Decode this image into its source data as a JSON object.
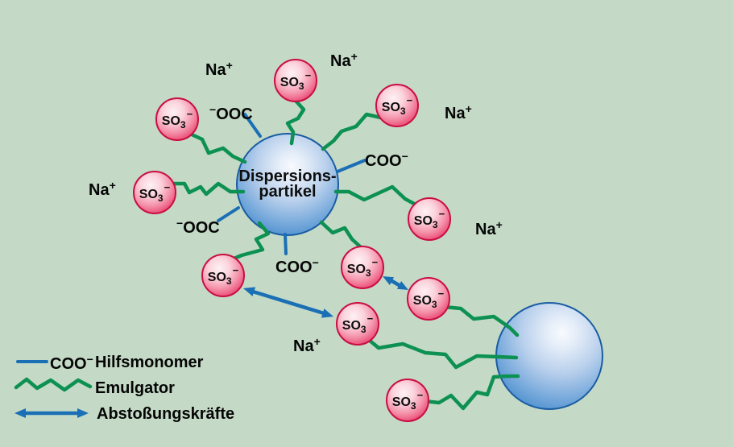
{
  "diagram": {
    "subject": "Dispersionspartikel mit Emulgator und Hilfsmonomer",
    "background_color": "#c4dac6"
  },
  "colors": {
    "emulsifier_green": "#0d9152",
    "monomer_blue": "#1a6fb5",
    "arrow_blue": "#1a6fb5",
    "ion_ball_red": "#df1a50",
    "ion_ball_border": "#c90d43",
    "particle_blue": "#2e77bc",
    "particle_border": "#1a5ca3",
    "text": "#050505"
  },
  "particles": {
    "main": {
      "label_line1": "Dispersions-",
      "label_line2": "partikel"
    },
    "secondary": {
      "label": ""
    }
  },
  "symbols": {
    "so3_base": "SO",
    "so3_sub": "3",
    "minus": "−",
    "na": "Na",
    "plus": "+",
    "coo": "COO",
    "ooc": "OOC"
  },
  "legend": {
    "items": [
      {
        "symbol": "blue-line",
        "formula": "COO",
        "formula_sup": "−",
        "label": "Hilfsmonomer"
      },
      {
        "symbol": "green-zigzag",
        "formula": "",
        "formula_sup": "",
        "label": "Emulgator"
      },
      {
        "symbol": "blue-double-arrow",
        "formula": "",
        "formula_sup": "",
        "label": "Abstoßungskräfte"
      }
    ]
  }
}
